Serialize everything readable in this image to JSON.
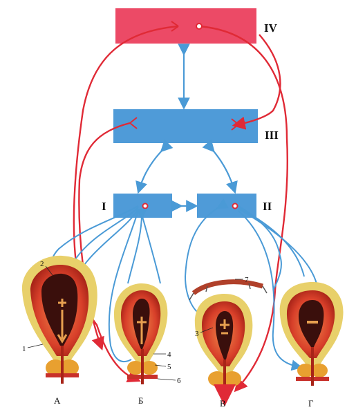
{
  "levels": {
    "level_1": "I",
    "level_2": "II",
    "level_3": "III",
    "level_4": "IV"
  },
  "bladders": {
    "a": "А",
    "b": "Б",
    "v": "В",
    "g": "Г"
  },
  "callouts": [
    "1",
    "2",
    "3",
    "4",
    "5",
    "6",
    "7"
  ],
  "colors": {
    "level_4_box": "#ec4a66",
    "center_boxes": "#4f9bd8",
    "efferent_path": "#e02a36",
    "afferent_path": "#4a9ad6",
    "bladder_outer": "#e8d06a",
    "bladder_muscle": "#d8402a",
    "bladder_lumen": "#3a0f0c"
  }
}
